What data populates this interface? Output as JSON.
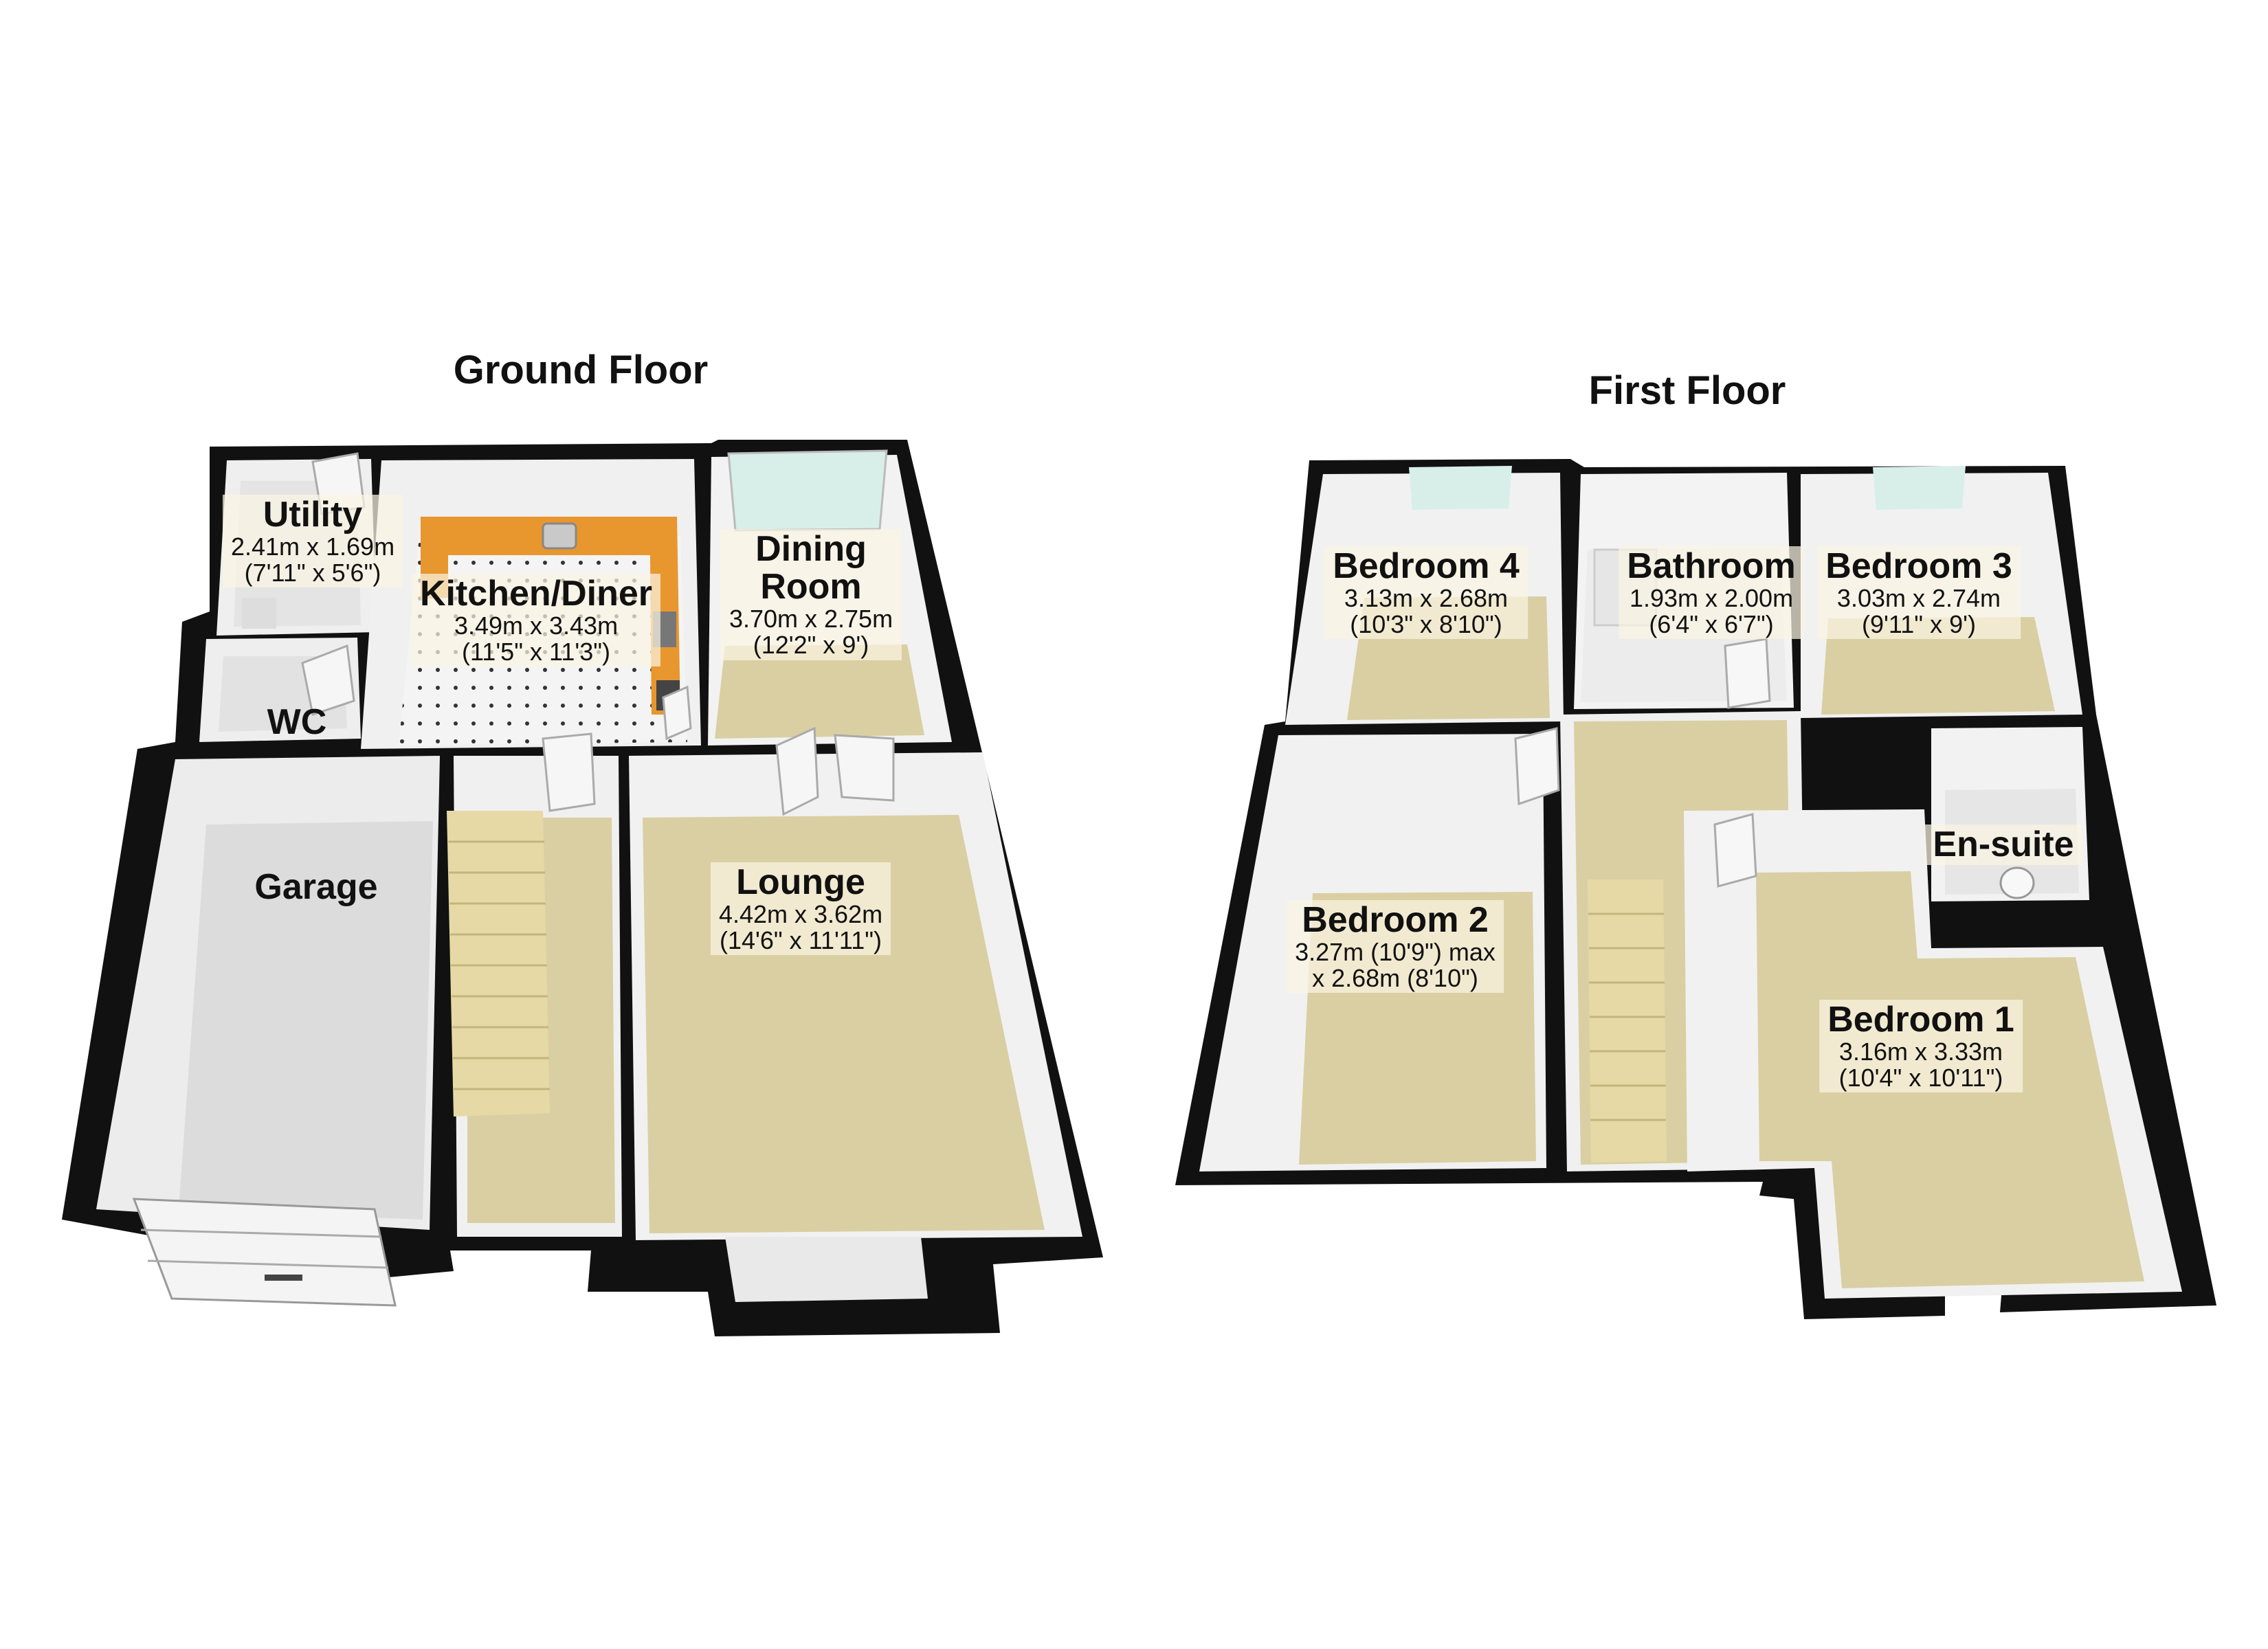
{
  "floors": [
    {
      "title": "Ground Floor",
      "rooms": [
        {
          "name": "Utility",
          "dims": [
            "2.41m x 1.69m",
            "(7'11\" x 5'6\")"
          ]
        },
        {
          "name": "Kitchen/Diner",
          "dims": [
            "3.49m x 3.43m",
            "(11'5\" x 11'3\")"
          ]
        },
        {
          "name": "Dining Room",
          "dims": [
            "3.70m x 2.75m",
            "(12'2\" x 9')"
          ]
        },
        {
          "name": "WC",
          "dims": []
        },
        {
          "name": "Garage",
          "dims": []
        },
        {
          "name": "Lounge",
          "dims": [
            "4.42m x 3.62m",
            "(14'6\" x 11'11\")"
          ]
        }
      ]
    },
    {
      "title": "First Floor",
      "rooms": [
        {
          "name": "Bedroom 4",
          "dims": [
            "3.13m x 2.68m",
            "(10'3\" x 8'10\")"
          ]
        },
        {
          "name": "Bathroom",
          "dims": [
            "1.93m x 2.00m",
            "(6'4\" x 6'7\")"
          ]
        },
        {
          "name": "Bedroom 3",
          "dims": [
            "3.03m x 2.74m",
            "(9'11\" x 9')"
          ]
        },
        {
          "name": "En-suite",
          "dims": []
        },
        {
          "name": "Bedroom 2",
          "dims": [
            "3.27m (10'9\") max",
            "x 2.68m (8'10\")"
          ]
        },
        {
          "name": "Bedroom 1",
          "dims": [
            "3.16m x 3.33m",
            "(10'4\" x 10'11\")"
          ]
        }
      ]
    }
  ],
  "colors": {
    "wall": "#111111",
    "wall_inner": "#f1f1f1",
    "carpet": "#d9cfa3",
    "garage_floor": "#dcdcdc",
    "kitchen_tile": "#f4f4f4",
    "worktop": "#e8962e",
    "window": "#cfeee8",
    "door": "#f5f5f5"
  },
  "icons": [
    "door-icon",
    "window-icon",
    "staircase-icon",
    "garage-door-icon",
    "sink-icon",
    "toilet-icon",
    "shower-icon"
  ]
}
